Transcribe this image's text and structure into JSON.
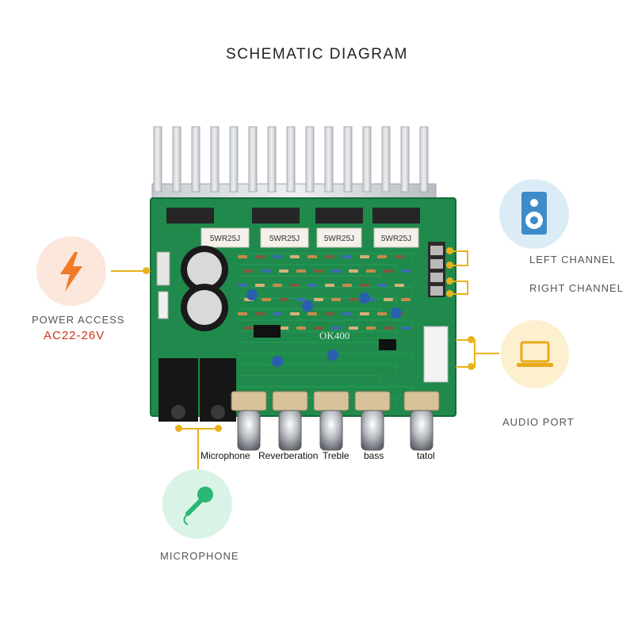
{
  "title": "SCHEMATIC DIAGRAM",
  "power": {
    "label": "POWER ACCESS",
    "voltage": "AC22-26V",
    "icon": "lightning-icon"
  },
  "channels": {
    "left": "LEFT CHANNEL",
    "right": "RIGHT CHANNEL",
    "icon": "speaker-icon"
  },
  "audio": {
    "label": "AUDIO PORT",
    "icon": "laptop-icon"
  },
  "microphone": {
    "label": "MICROPHONE",
    "icon": "microphone-icon"
  },
  "board": {
    "model": "OK400",
    "resistors": [
      "5WR25J",
      "5WR25J",
      "5WR25J",
      "5WR25J"
    ]
  },
  "knobs": [
    "Microphone",
    "Reverberation",
    "Treble",
    "bass",
    "tatol"
  ],
  "colors": {
    "accent": "#e8b21a",
    "voltage": "#d0311f",
    "board": "#1f8a4c"
  }
}
